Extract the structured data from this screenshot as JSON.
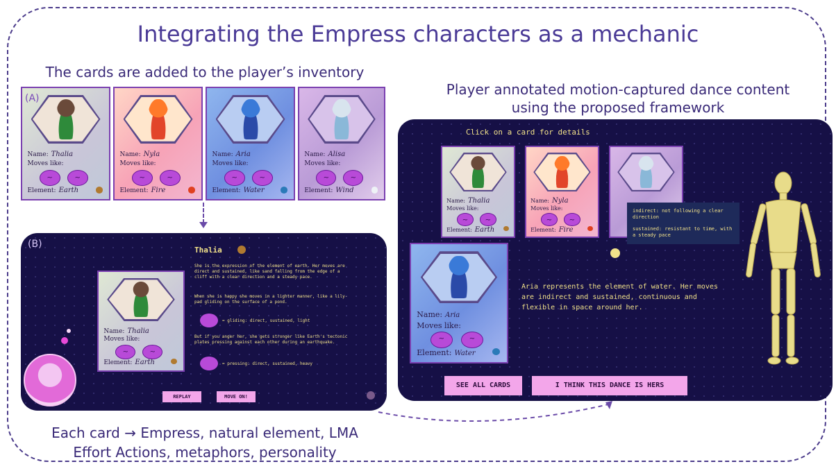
{
  "title": "Integrating the Empress characters as a mechanic",
  "inventory_caption": "The cards are added to the player’s inventory",
  "annotation_caption_line1": "Player annotated motion-captured dance content",
  "annotation_caption_line2": "using the proposed framework",
  "bottom_caption_line1": "Each card → Empress, natural element,  LMA",
  "bottom_caption_line2": "Effort Actions,  metaphors, personality",
  "label_a": "(A)",
  "label_b": "(B)",
  "card_labels": {
    "name": "Name:",
    "moves": "Moves like:",
    "element": "Element:"
  },
  "cards": [
    {
      "name": "Thalia",
      "element": "Earth"
    },
    {
      "name": "Nyla",
      "element": "Fire"
    },
    {
      "name": "Aria",
      "element": "Water"
    },
    {
      "name": "Alisa",
      "element": "Wind"
    }
  ],
  "detail": {
    "heading": "Thalia",
    "para1": "She is the expression of the element of earth. Her moves are direct and sustained, like sand falling from the edge of a cliff with a clear direction and a steady pace.",
    "para2": "When she is happy she moves in a lighter manner, like a lily-pad gliding on the surface of a pond.",
    "move1": "= gliding: direct, sustained, light",
    "para3": "But if you anger her, she gets stronger like Earth's tectonic plates pressing against each other during an earthquake.",
    "move2": "= pressing: direct, sustained, heavy",
    "replay_btn": "REPLAY",
    "move_btn": "MOVE ON!"
  },
  "game": {
    "instruction": "Click on a card for details",
    "tooltip_line1": "indirect: not following a clear direction",
    "tooltip_line2": "sustained: resistant to time, with a steady pace",
    "description": "Aria represents the element of water. Her moves are indirect and sustained, continuous and flexible in space around her.",
    "see_all_btn": "SEE ALL CARDS",
    "choose_btn": "I THINK THIS DANCE IS HERS"
  }
}
